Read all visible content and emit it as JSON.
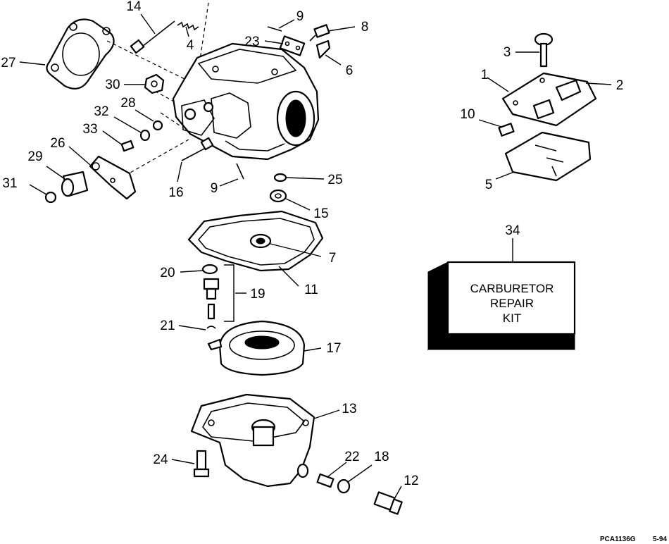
{
  "callouts": [
    {
      "id": "c14",
      "text": "14"
    },
    {
      "id": "c4",
      "text": "4"
    },
    {
      "id": "c9a",
      "text": "9"
    },
    {
      "id": "c8",
      "text": "8"
    },
    {
      "id": "c23",
      "text": "23"
    },
    {
      "id": "c6",
      "text": "6"
    },
    {
      "id": "c27",
      "text": "27"
    },
    {
      "id": "c30",
      "text": "30"
    },
    {
      "id": "c32",
      "text": "32"
    },
    {
      "id": "c28",
      "text": "28"
    },
    {
      "id": "c33",
      "text": "33"
    },
    {
      "id": "c26",
      "text": "26"
    },
    {
      "id": "c29",
      "text": "29"
    },
    {
      "id": "c31",
      "text": "31"
    },
    {
      "id": "c16",
      "text": "16"
    },
    {
      "id": "c9b",
      "text": "9"
    },
    {
      "id": "c25",
      "text": "25"
    },
    {
      "id": "c15",
      "text": "15"
    },
    {
      "id": "c7",
      "text": "7"
    },
    {
      "id": "c20",
      "text": "20"
    },
    {
      "id": "c19",
      "text": "19"
    },
    {
      "id": "c11",
      "text": "11"
    },
    {
      "id": "c21",
      "text": "21"
    },
    {
      "id": "c17",
      "text": "17"
    },
    {
      "id": "c13",
      "text": "13"
    },
    {
      "id": "c24",
      "text": "24"
    },
    {
      "id": "c22",
      "text": "22"
    },
    {
      "id": "c18",
      "text": "18"
    },
    {
      "id": "c12",
      "text": "12"
    },
    {
      "id": "c3",
      "text": "3"
    },
    {
      "id": "c1",
      "text": "1"
    },
    {
      "id": "c2",
      "text": "2"
    },
    {
      "id": "c10",
      "text": "10"
    },
    {
      "id": "c5",
      "text": "5"
    },
    {
      "id": "c34",
      "text": "34"
    }
  ],
  "kit": {
    "line1": "CARBURETOR",
    "line2": "REPAIR",
    "line3": "KIT"
  },
  "footer": {
    "code": "PCA1136G",
    "date": "5-94"
  }
}
